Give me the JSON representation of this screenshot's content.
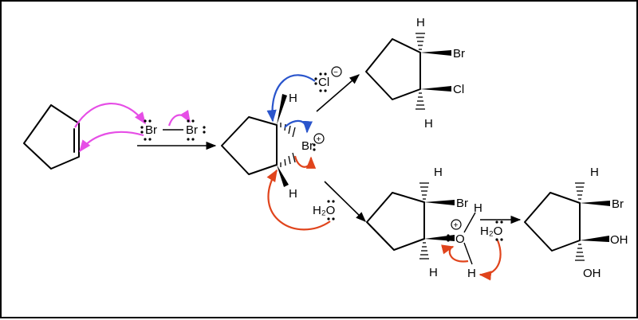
{
  "labels": {
    "br_left": "Br",
    "br_right": "Br",
    "h_top": "H",
    "h_bottom": "H",
    "br_bridge": "Br",
    "cl_anion": "Cl",
    "water_mid": "H₂O",
    "prod1_h_top": "H",
    "prod1_br": "Br",
    "prod1_cl": "Cl",
    "prod1_h_bottom": "H",
    "prod2_h_top": "H",
    "prod2_br": "Br",
    "prod2_o": "O",
    "prod2_h_bottom": "H",
    "prod2_oh_h1": "H",
    "prod2_oh_h2": "H",
    "water_right": "H₂O",
    "prod3_h_top": "H",
    "prod3_br": "Br",
    "prod3_oh1": "OH",
    "prod3_oh2": "OH",
    "charge_plus": "+",
    "charge_minus": "−"
  },
  "colors": {
    "magenta_arrow": "#e64ee6",
    "blue_arrow": "#2a55cc",
    "red_arrow": "#e0441c",
    "black": "#000000"
  }
}
